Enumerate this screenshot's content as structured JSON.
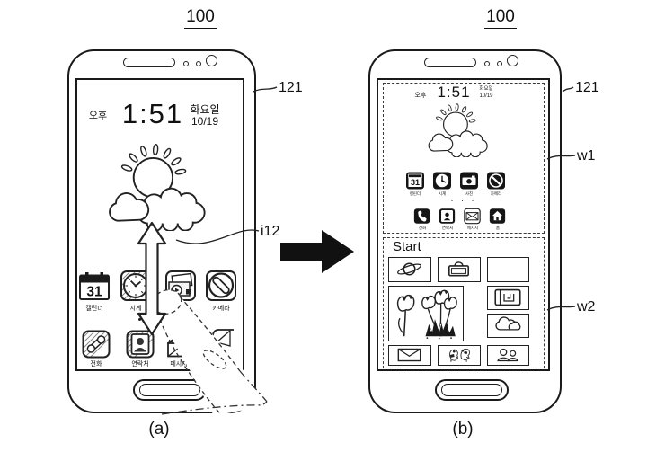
{
  "refs": {
    "fig_a_number": "100",
    "fig_b_number": "100",
    "display_a": "121",
    "display_b": "121",
    "gesture_indicator": "i12",
    "window1": "w1",
    "window2": "w2",
    "caption_a": "(a)",
    "caption_b": "(b)"
  },
  "phone_a": {
    "status": {
      "meridiem": "오후",
      "time": "1:51",
      "weekday": "화요일",
      "date": "10/19"
    },
    "calendar_day": "31",
    "apps_row1": [
      {
        "label": "캘린더"
      },
      {
        "label": "시계"
      },
      {
        "label": ""
      },
      {
        "label": "카메라"
      }
    ],
    "apps_row2": [
      {
        "label": "전화"
      },
      {
        "label": "연락처"
      },
      {
        "label": "메시지"
      }
    ]
  },
  "phone_b": {
    "status": {
      "meridiem": "오후",
      "time": "1:51",
      "weekday": "화요일",
      "date": "10/19"
    },
    "calendar_day": "31",
    "apps_row1": [
      {
        "label": "캘린더"
      },
      {
        "label": "시계"
      },
      {
        "label": "사진"
      },
      {
        "label": "카메라"
      }
    ],
    "apps_row2": [
      {
        "label": "전화"
      },
      {
        "label": "연락처"
      },
      {
        "label": "메시지"
      },
      {
        "label": "홈"
      }
    ],
    "pager_dots": "· · ·",
    "start": {
      "title": "Start"
    }
  }
}
